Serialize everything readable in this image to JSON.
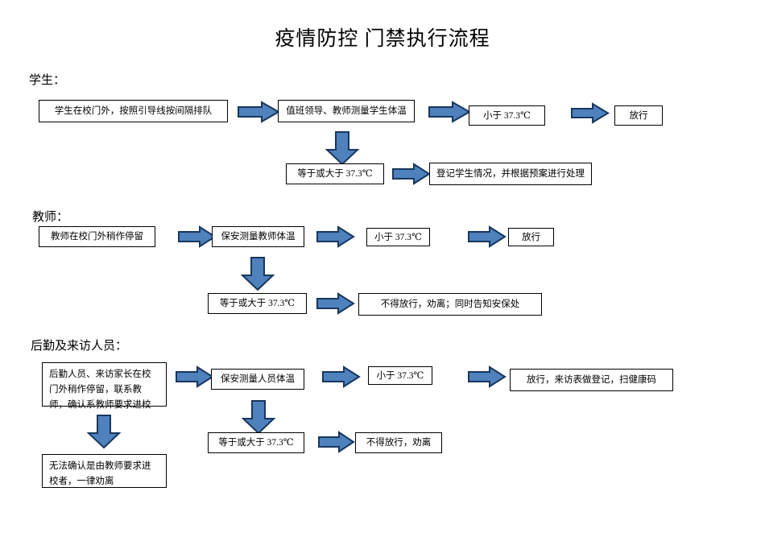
{
  "page": {
    "title": "疫情防控 门禁执行流程",
    "colors": {
      "arrow_fill": "#4F81BD",
      "arrow_stroke": "#17375E",
      "box_border": "#000000",
      "text": "#000000",
      "background": "#FFFFFF"
    }
  },
  "sections": [
    {
      "label": "学生：",
      "nodes": {
        "start": "学生在校门外，按照引导线按间隔排队",
        "measure": "值班领导、教师测量学生体温",
        "low_temp": "小于 37.3℃",
        "pass": "放行",
        "high_temp": "等于或大于 37.3℃",
        "handle": "登记学生情况，并根据预案进行处理"
      }
    },
    {
      "label": "教师：",
      "nodes": {
        "start": "教师在校门外稍作停留",
        "measure": "保安测量教师体温",
        "low_temp": "小于 37.3℃",
        "pass": "放行",
        "high_temp": "等于或大于 37.3℃",
        "handle": "不得放行，劝离；同时告知安保处"
      }
    },
    {
      "label": "后勤及来访人员：",
      "nodes": {
        "start": "后勤人员、来访家长在校门外稍作停留，联系教师，确认系教师要求进校",
        "measure": "保安测量人员体温",
        "low_temp": "小于 37.3℃",
        "pass": "放行，来访表做登记，扫健康码",
        "high_temp": "等于或大于 37.3℃",
        "handle": "不得放行，劝离",
        "unconfirmed": "无法确认是由教师要求进校者，一律劝离"
      }
    }
  ],
  "arrows": {
    "right_icon": "arrow-right-icon",
    "down_icon": "arrow-down-icon"
  }
}
